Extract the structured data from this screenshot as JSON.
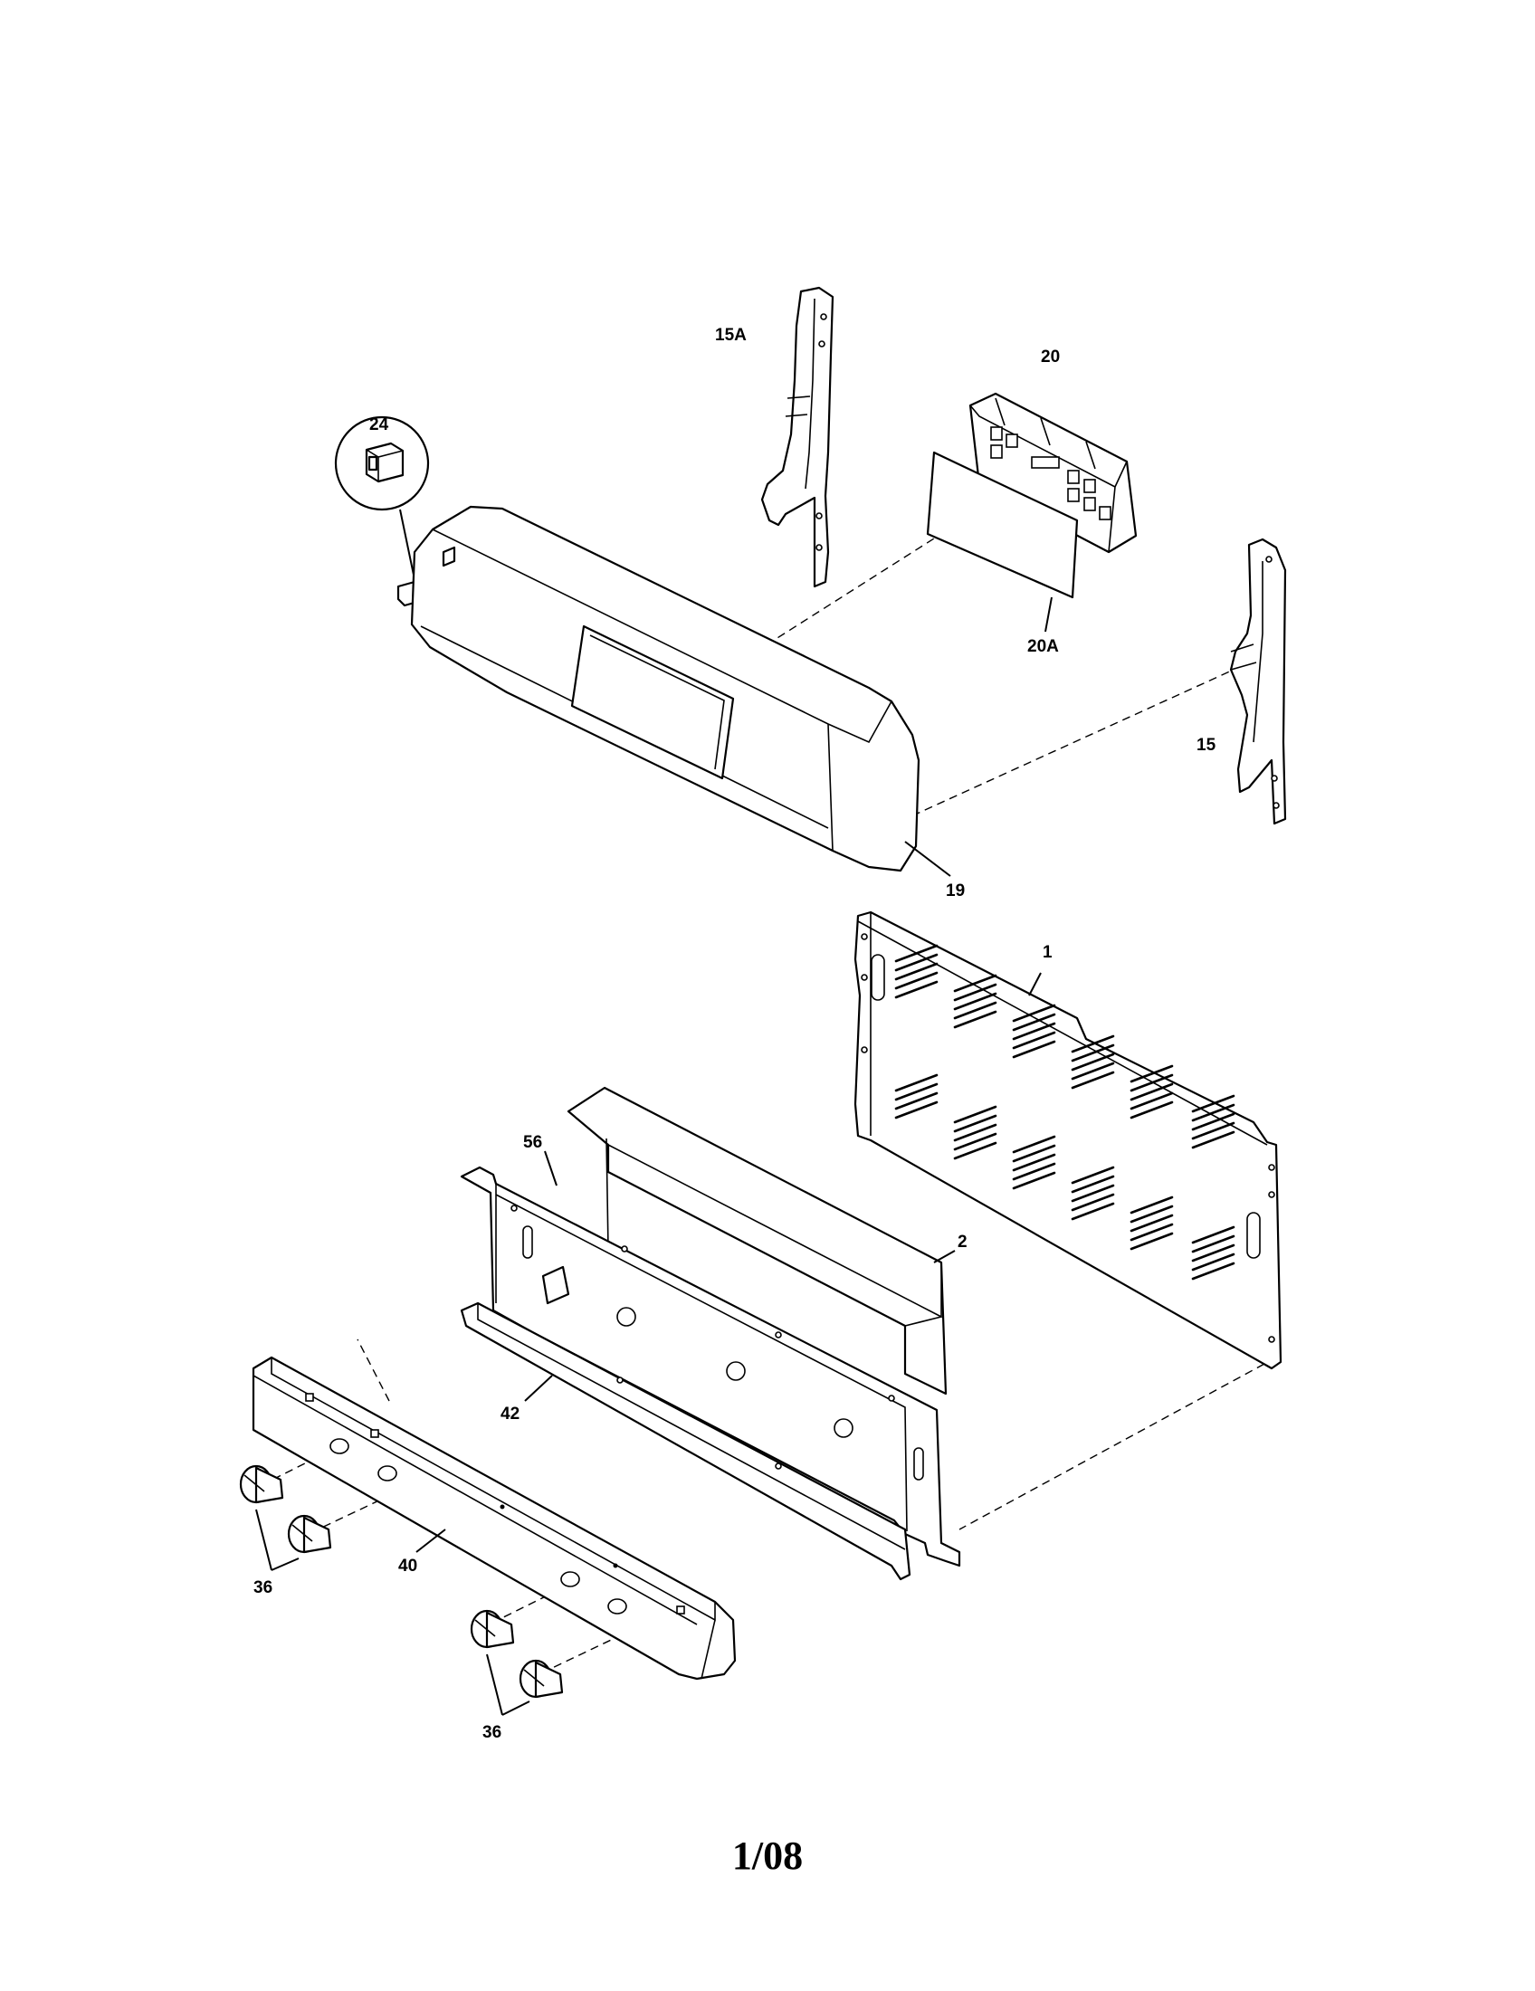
{
  "diagram": {
    "callouts": {
      "c24": "24",
      "c15A": "15A",
      "c20": "20",
      "c20A": "20A",
      "c15": "15",
      "c19": "19",
      "c1": "1",
      "c56": "56",
      "c2": "2",
      "c42": "42",
      "c36a": "36",
      "c40": "40",
      "c36b": "36"
    }
  },
  "footer": {
    "page_number": "1/08"
  }
}
